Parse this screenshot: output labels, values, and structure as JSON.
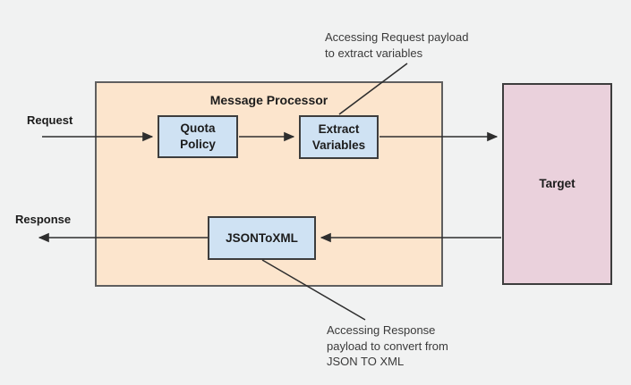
{
  "page": {
    "background_color": "#f1f2f2"
  },
  "labels": {
    "request": "Request",
    "response": "Response"
  },
  "container": {
    "title": "Message Processor",
    "fill_color": "#fce5cd",
    "border_color": "#5f5f5f"
  },
  "nodes": {
    "quota": {
      "label": "Quota\nPolicy",
      "fill_color": "#cfe2f3"
    },
    "extract": {
      "label": "Extract\nVariables",
      "fill_color": "#cfe2f3"
    },
    "jsontoxml": {
      "label": "JSONToXML",
      "fill_color": "#cfe2f3"
    },
    "target": {
      "label": "Target",
      "fill_color": "#ead1dc"
    }
  },
  "annotations": {
    "top": "Accessing Request payload\nto extract variables",
    "bottom": "Accessing Response\npayload to convert from\nJSON TO XML"
  },
  "connectors": {
    "color": "#2e2e2e",
    "items": [
      {
        "name": "request-to-quota",
        "from": "Request",
        "to": "Quota Policy",
        "direction": "right"
      },
      {
        "name": "quota-to-extract",
        "from": "Quota Policy",
        "to": "Extract Variables",
        "direction": "right"
      },
      {
        "name": "extract-to-target",
        "from": "Extract Variables",
        "to": "Target",
        "direction": "right"
      },
      {
        "name": "target-to-jsontoxml",
        "from": "Target",
        "to": "JSONToXML",
        "direction": "left"
      },
      {
        "name": "jsontoxml-to-response",
        "from": "JSONToXML",
        "to": "Response",
        "direction": "left"
      },
      {
        "name": "top-annotation-callout",
        "from": "annotation-top",
        "to": "Extract Variables",
        "direction": "none"
      },
      {
        "name": "bottom-annotation-callout",
        "from": "JSONToXML",
        "to": "annotation-bottom",
        "direction": "none"
      }
    ]
  }
}
